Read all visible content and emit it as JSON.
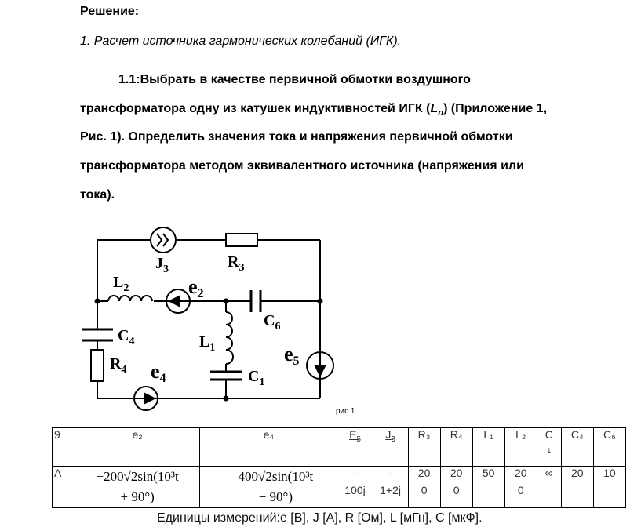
{
  "heading": "Решение:",
  "section": "1. Расчет источника гармонических колебаний (ИГК).",
  "task": {
    "line1": "1.1:Выбрать в качестве первичной обмотки воздушного",
    "line2a": "трансформатора одну из катушек индуктивностей ИГК (",
    "line2_sym": "L",
    "line2_sub": "n",
    "line2b": ") (Приложение 1,",
    "line3": "Рис. 1). Определить значения тока и напряжения первичной обмотки",
    "line4": "трансформатора методом эквивалентного источника (напряжения или",
    "line5": "тока)."
  },
  "circuit": {
    "labels": {
      "J3": "J",
      "J3_sub": "3",
      "R3": "R",
      "R3_sub": "3",
      "L2": "L",
      "L2_sub": "2",
      "e2": "e",
      "e2_sub": "2",
      "C6": "C",
      "C6_sub": "6",
      "C4": "C",
      "C4_sub": "4",
      "L1": "L",
      "L1_sub": "1",
      "e5": "e",
      "e5_sub": "5",
      "R4": "R",
      "R4_sub": "4",
      "e4": "e",
      "e4_sub": "4",
      "C1": "C",
      "C1_sub": "1"
    },
    "caption": "рис 1."
  },
  "table": {
    "header": {
      "num": "9",
      "e2": "e₂",
      "e4": "e₄",
      "E5": "E",
      "E5_sub": "5",
      "J3": "J",
      "J3_sub": "3",
      "R3": "R₃",
      "R4": "R₄",
      "L1": "L₁",
      "L2": "L₂",
      "C": "C",
      "C_sub": "1",
      "C4": "C₄",
      "C6": "C₆"
    },
    "row": {
      "letter": "A",
      "e2_line1": "−200√2sin(10³t",
      "e2_line2": "+ 90°)",
      "e4_line1": "400√2sin(10³t",
      "e4_line2": "− 90°)",
      "E5_line1": "-",
      "E5_line2": "100j",
      "J3_line1": "-",
      "J3_line2": "1+2j",
      "R3_line1": "20",
      "R3_line2": "0",
      "R4_line1": "20",
      "R4_line2": "0",
      "L1": "50",
      "L2_line1": "20",
      "L2_line2": "0",
      "C1": "∞",
      "C4": "20",
      "C6": "10"
    }
  },
  "units": "Единицы измерений:e [В], J [А], R [Ом], L [мГн], C [мкФ]."
}
